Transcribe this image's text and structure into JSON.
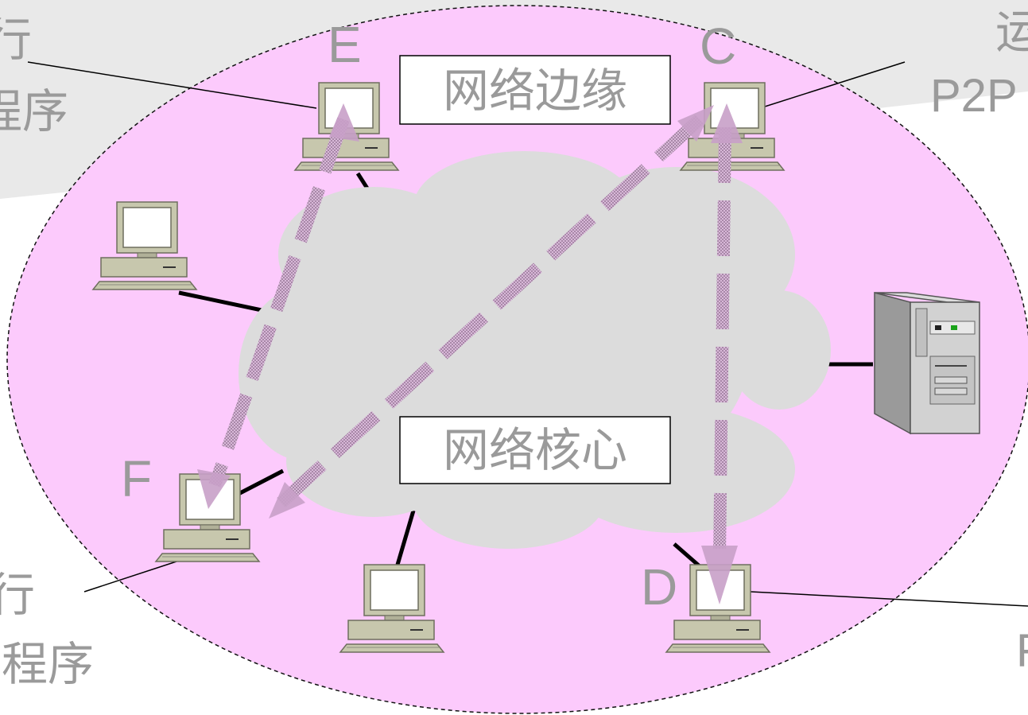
{
  "labels": {
    "edge": "网络边缘",
    "core": "网络核心"
  },
  "nodes": {
    "e": "E",
    "c": "C",
    "f": "F",
    "d": "D"
  },
  "side_text": {
    "top_left_1": "行",
    "top_left_2": "程序",
    "top_right_1": "运",
    "top_right_2": "P2P",
    "bottom_left_1": "行",
    "bottom_left_2": "程序",
    "bottom_right_1": "F"
  },
  "colors": {
    "ellipse_fill": "#fccafc",
    "cloud_fill": "#dcdcdc",
    "backdrop": "#e9e9e9",
    "text_gray": "#9a9a9a",
    "arrow_fill": "#c8a0c8",
    "computer_body": "#c7c7ad",
    "server_body": "#b9b9b9"
  },
  "icons": [
    "computer-icon",
    "server-icon",
    "cloud-shape"
  ]
}
